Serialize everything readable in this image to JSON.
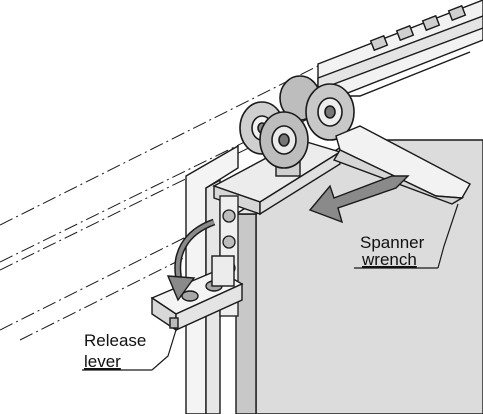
{
  "callouts": {
    "spanner": {
      "line1": "Spanner",
      "line2": "wrench"
    },
    "release": {
      "line1": "Release",
      "line2": "lever"
    }
  },
  "colors": {
    "line": "#1a1a1a",
    "panel": "#dcdcdc",
    "panel_edge": "#c8c8c8",
    "metal": "#ececec",
    "roller": "#bdbdbd",
    "arrow": "#8a8a8a"
  }
}
